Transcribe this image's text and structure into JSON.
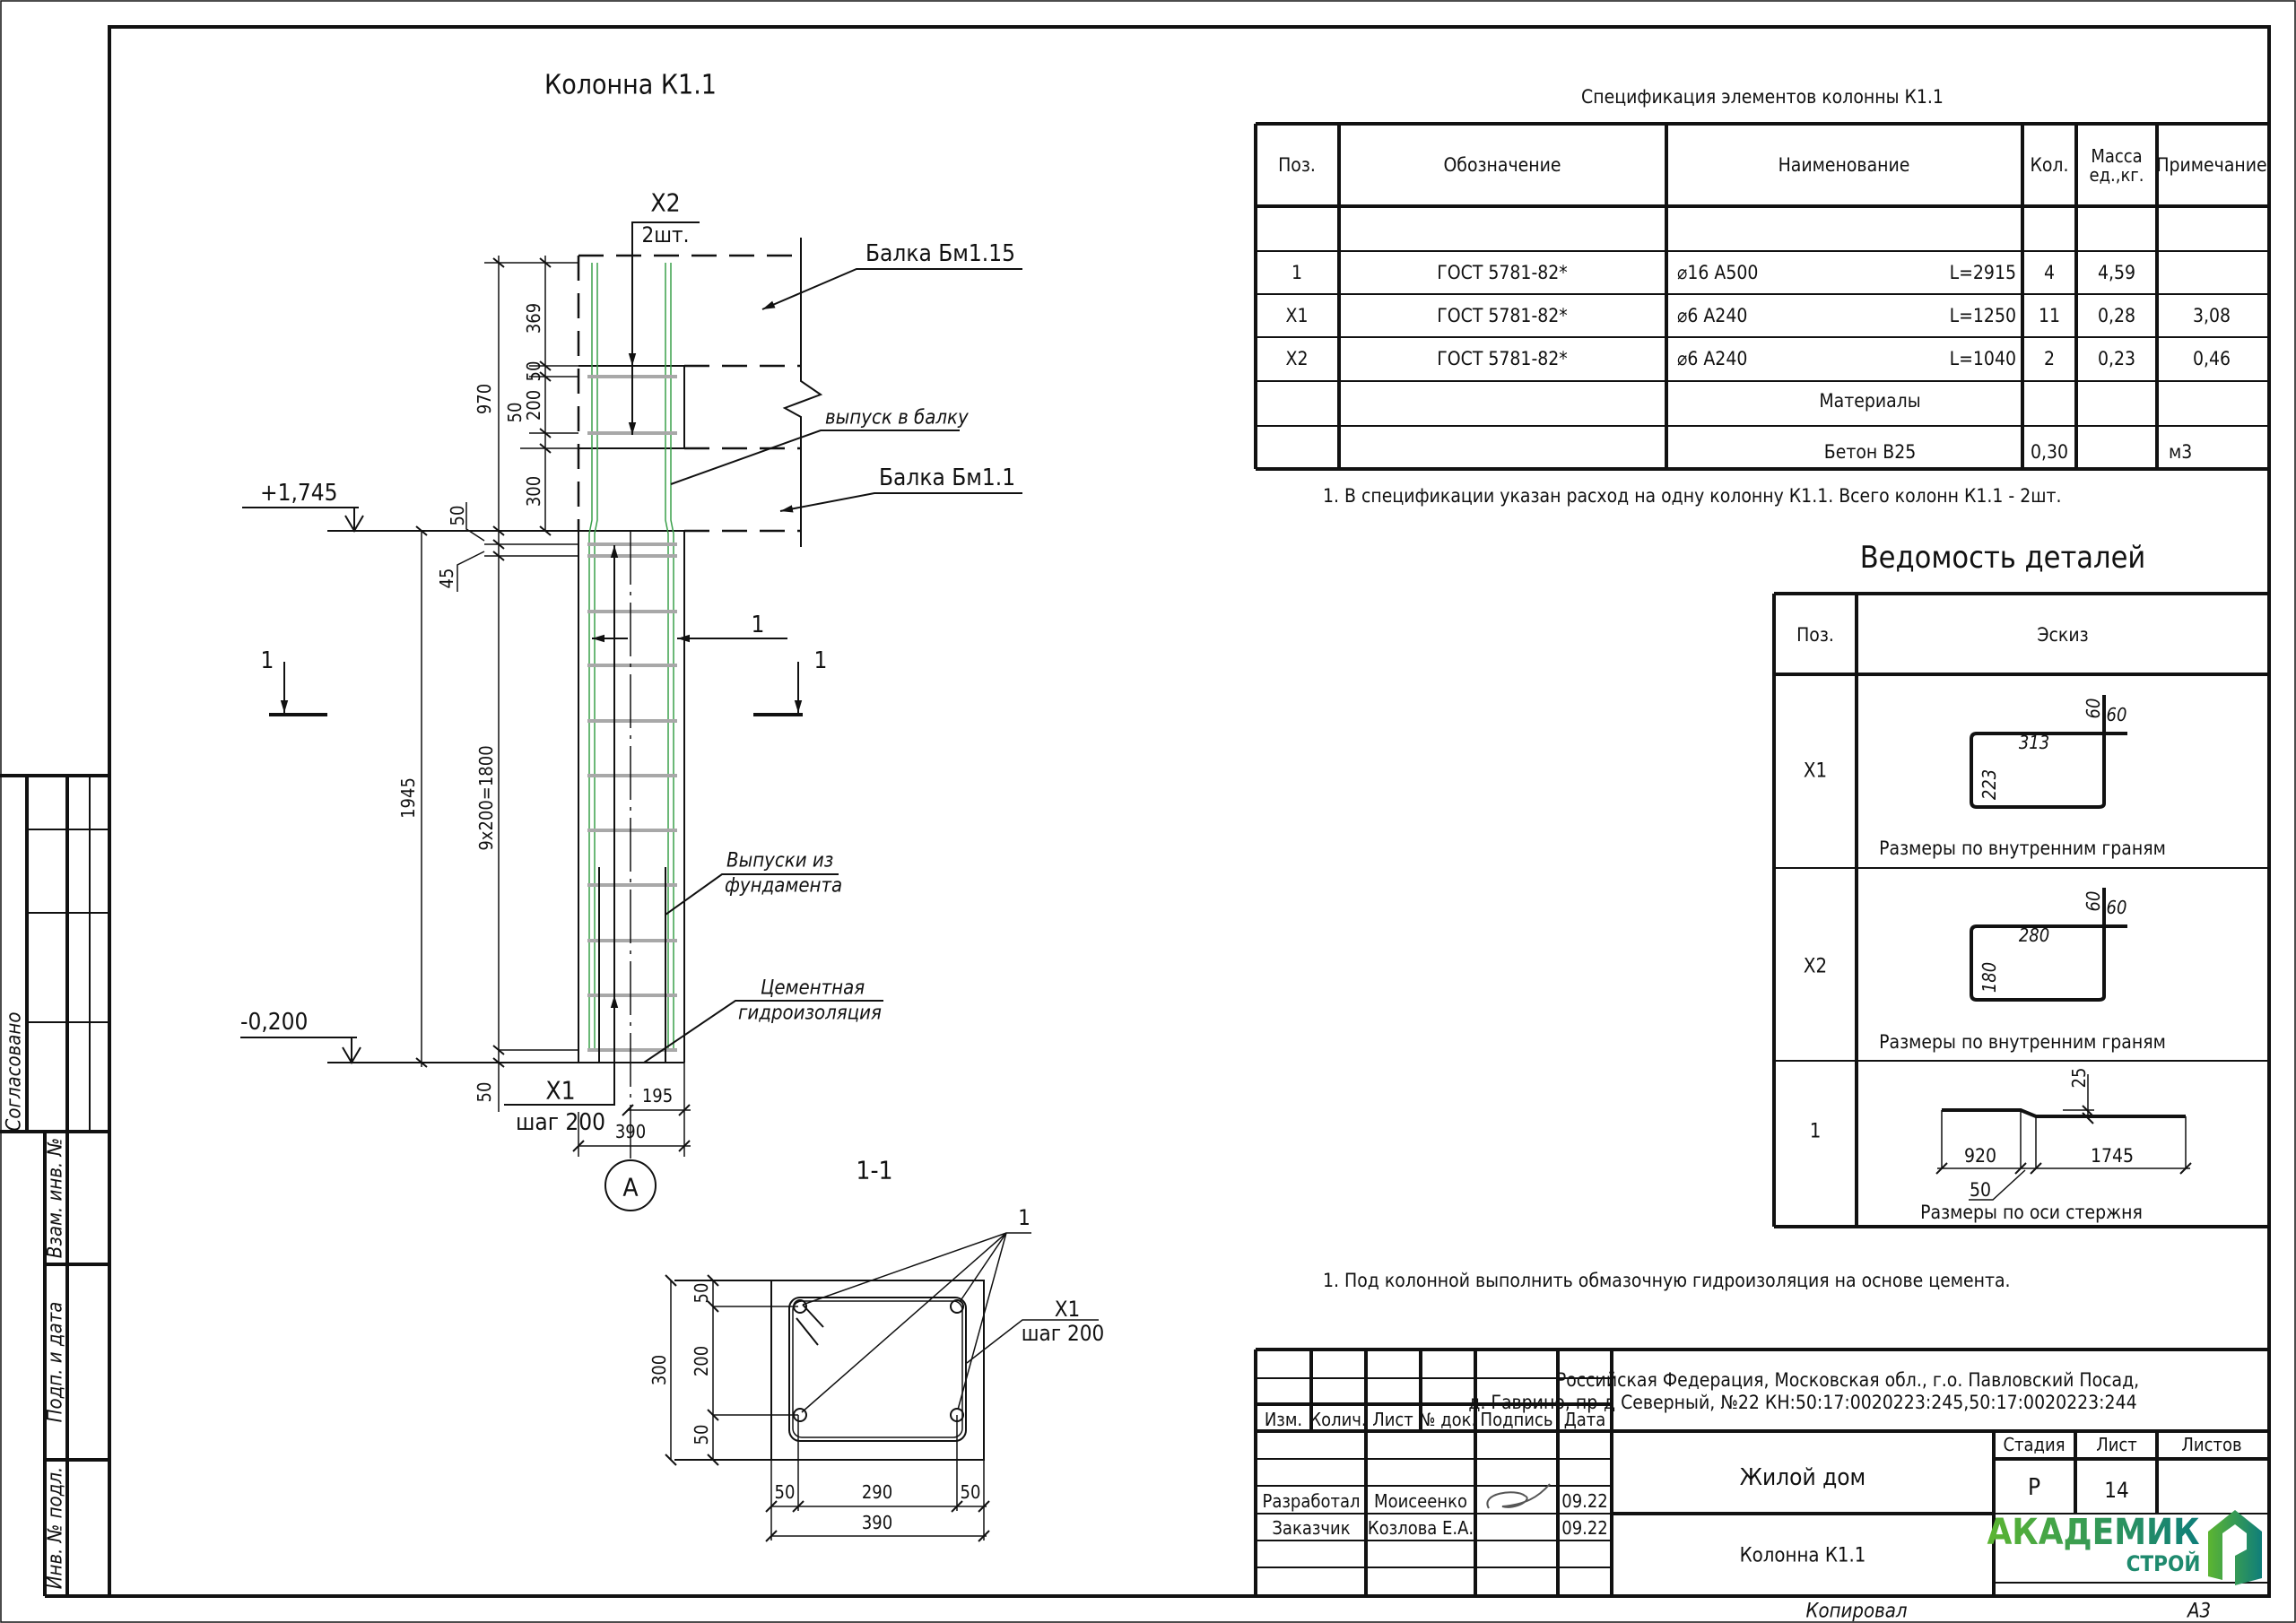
{
  "column_view": {
    "title": "Колонна К1.1",
    "x2_label": "Х2",
    "x2_qty": "2шт.",
    "beam_top": "Балка Бм1.15",
    "beam_bottom": "Балка Бм1.1",
    "outlet_beam": "выпуск в балку",
    "outlets_foundation_1": "Выпуски из",
    "outlets_foundation_2": "фундамента",
    "waterproof_1": "Цементная",
    "waterproof_2": "гидроизоляция",
    "level_top": "+1,745",
    "level_bottom": "-0,200",
    "section_mark": "1",
    "x1_label": "Х1",
    "x1_step": "шаг 200",
    "axis": "А",
    "dims": {
      "d369": "369",
      "d50a": "50",
      "d200": "200",
      "d50b": "50",
      "d970": "970",
      "d300": "300",
      "d50c": "50",
      "d45": "45",
      "d1945": "1945",
      "d1800": "9x200=1800",
      "d50d": "50",
      "d195": "195",
      "d390": "390"
    }
  },
  "section": {
    "title": "1-1",
    "bar_label": "1",
    "stirrup_label": "Х1",
    "stirrup_step": "шаг 200",
    "dims": {
      "h300": "300",
      "h50a": "50",
      "h200": "200",
      "h50b": "50",
      "w50a": "50",
      "w290": "290",
      "w50b": "50",
      "w390": "390"
    }
  },
  "spec": {
    "title": "Спецификация элементов колонны К1.1",
    "headers": {
      "pos": "Поз.",
      "designation": "Обозначение",
      "name": "Наименование",
      "qty": "Кол.",
      "mass1": "Масса",
      "mass2": "ед.,кг.",
      "note": "Примечание"
    },
    "rows": [
      {
        "pos": "1",
        "designation": "ГОСТ 5781-82*",
        "name": "⌀16 А500",
        "length": "L=2915",
        "qty": "4",
        "mass": "4,59",
        "note": ""
      },
      {
        "pos": "Х1",
        "designation": "ГОСТ 5781-82*",
        "name": "⌀6 А240",
        "length": "L=1250",
        "qty": "11",
        "mass": "0,28",
        "note": "3,08"
      },
      {
        "pos": "Х2",
        "designation": "ГОСТ 5781-82*",
        "name": "⌀6 А240",
        "length": "L=1040",
        "qty": "2",
        "mass": "0,23",
        "note": "0,46"
      }
    ],
    "materials_label": "Материалы",
    "concrete": {
      "name": "Бетон В25",
      "qty": "0,30",
      "note": "м3"
    },
    "footnote": "1. В спецификации указан расход на одну колонну К1.1. Всего колонн К1.1 - 2шт."
  },
  "details": {
    "title": "Ведомость деталей",
    "headers": {
      "pos": "Поз.",
      "sketch": "Эскиз"
    },
    "x1": {
      "pos": "Х1",
      "hook_a": "60",
      "hook_b": "60",
      "width": "313",
      "height": "223",
      "caption": "Размеры по внутренним граням"
    },
    "x2": {
      "pos": "Х2",
      "hook_a": "60",
      "hook_b": "60",
      "width": "280",
      "height": "180",
      "caption": "Размеры по внутренним граням"
    },
    "bar1": {
      "pos": "1",
      "left": "920",
      "right": "1745",
      "offset": "50",
      "bend": "25",
      "caption": "Размеры по оси стержня"
    }
  },
  "note2": "1. Под колонной выполнить обмазочную гидроизоляция на основе цемента.",
  "title_block": {
    "headers": {
      "izm": "Изм.",
      "kol": "Колич.",
      "list": "Лист",
      "ndok": "№ док.",
      "sign": "Подпись",
      "date": "Дата"
    },
    "developed_label": "Разработал",
    "developed_name": "Моисеенко",
    "developed_date": "09.22",
    "customer_label": "Заказчик",
    "customer_name": "Козлова Е.А.",
    "customer_date": "09.22",
    "address_1": "Российская Федерация, Московская обл., г.о. Павловский Посад,",
    "address_2": "д. Гаврино, пр-д Северный, №22 КН:50:17:0020223:245,50:17:0020223:244",
    "project": "Жилой дом",
    "sheet_title": "Колонна К1.1",
    "stage_label": "Стадия",
    "sheet_label": "Лист",
    "sheets_label": "Листов",
    "stage": "Р",
    "sheet": "14",
    "sheets": "",
    "logo_main": "АКАДЕМИК",
    "logo_sub": "СТРОЙ",
    "logo_color": "#3aa04a"
  },
  "side_stamp": {
    "agreed": "Согласовано",
    "replace_inv": "Взам. инв. №",
    "sign_date": "Подп. и дата",
    "inv_orig": "Инв. № подл."
  },
  "footer": {
    "copied": "Копировал",
    "format": "А3"
  }
}
